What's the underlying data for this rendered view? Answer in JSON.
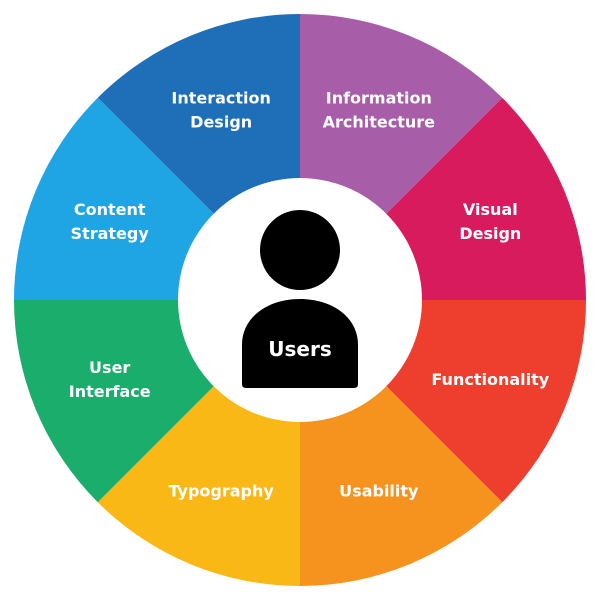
{
  "diagram": {
    "center": {
      "label": "Users",
      "icon": "user-icon",
      "icon_color": "#000000",
      "ring_color": "#ffffff"
    },
    "segments": [
      {
        "id": "information-architecture",
        "lines": [
          "Information",
          "Architecture"
        ],
        "color": "#A75DA8"
      },
      {
        "id": "visual-design",
        "lines": [
          "Visual",
          "Design"
        ],
        "color": "#D81B5C"
      },
      {
        "id": "functionality",
        "lines": [
          "Functionality"
        ],
        "color": "#EE3E2D"
      },
      {
        "id": "usability",
        "lines": [
          "Usability"
        ],
        "color": "#F6921E"
      },
      {
        "id": "typography",
        "lines": [
          "Typography"
        ],
        "color": "#FAB817"
      },
      {
        "id": "user-interface",
        "lines": [
          "User",
          "Interface"
        ],
        "color": "#1BAD6B"
      },
      {
        "id": "content-strategy",
        "lines": [
          "Content",
          "Strategy"
        ],
        "color": "#1FA5E4"
      },
      {
        "id": "interaction-design",
        "lines": [
          "Interaction",
          "Design"
        ],
        "color": "#1E6FB8"
      }
    ]
  }
}
